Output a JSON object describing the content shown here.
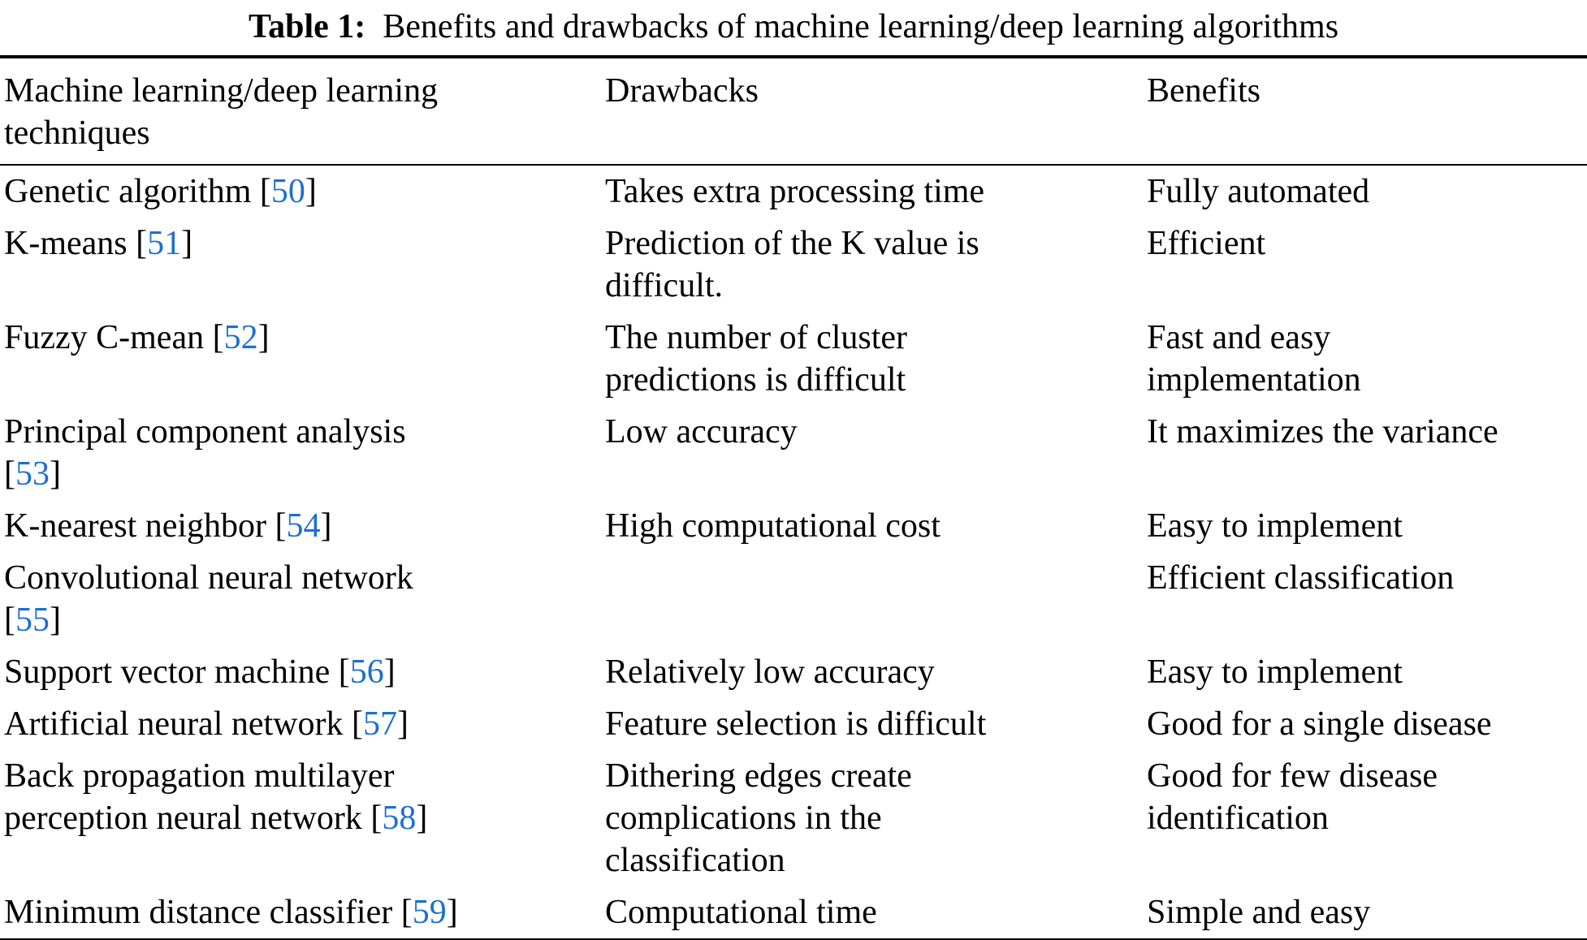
{
  "caption": {
    "label": "Table 1:",
    "text": "Benefits and drawbacks of machine learning/deep learning algorithms"
  },
  "header": {
    "technique": "Machine learning/deep learning\ntechniques",
    "drawbacks": "Drawbacks",
    "benefits": "Benefits"
  },
  "colors": {
    "citation_blue": "#1E6FD0",
    "text": "#000000",
    "background": "#FFFFFF"
  },
  "rows": [
    {
      "technique": [
        {
          "t": "Genetic algorithm ["
        },
        {
          "t": "50",
          "ref": true
        },
        {
          "t": "]"
        }
      ],
      "drawback": "Takes extra processing time",
      "benefit": "Fully automated"
    },
    {
      "technique": [
        {
          "t": "K-means ["
        },
        {
          "t": "51",
          "ref": true
        },
        {
          "t": "]"
        }
      ],
      "drawback": "Prediction of the K value is\ndifficult.",
      "benefit": "Efficient"
    },
    {
      "technique": [
        {
          "t": "Fuzzy C-mean ["
        },
        {
          "t": "52",
          "ref": true
        },
        {
          "t": "]"
        }
      ],
      "drawback": "The number of cluster\npredictions is difficult",
      "benefit": "Fast and easy\nimplementation"
    },
    {
      "technique": [
        {
          "t": "Principal component analysis\n["
        },
        {
          "t": "53",
          "ref": true
        },
        {
          "t": "]"
        }
      ],
      "drawback": "Low accuracy",
      "benefit": "It maximizes the variance"
    },
    {
      "technique": [
        {
          "t": "K-nearest neighbor ["
        },
        {
          "t": "54",
          "ref": true
        },
        {
          "t": "]"
        }
      ],
      "drawback": "High computational cost",
      "benefit": "Easy to implement"
    },
    {
      "technique": [
        {
          "t": "Convolutional neural network\n["
        },
        {
          "t": "55",
          "ref": true
        },
        {
          "t": "]"
        }
      ],
      "drawback": "",
      "benefit": "Efficient classification"
    },
    {
      "technique": [
        {
          "t": "Support vector machine ["
        },
        {
          "t": "56",
          "ref": true
        },
        {
          "t": "]"
        }
      ],
      "drawback": "Relatively low accuracy",
      "benefit": "Easy to implement"
    },
    {
      "technique": [
        {
          "t": "Artificial neural network ["
        },
        {
          "t": "57",
          "ref": true
        },
        {
          "t": "]"
        }
      ],
      "drawback": "Feature selection is difficult",
      "benefit": "Good for a single disease"
    },
    {
      "technique": [
        {
          "t": "Back propagation multilayer\nperception neural network ["
        },
        {
          "t": "58",
          "ref": true
        },
        {
          "t": "]"
        }
      ],
      "drawback": "Dithering edges create\ncomplications in the\nclassification",
      "benefit": "Good for few disease\nidentification"
    },
    {
      "technique": [
        {
          "t": "Minimum distance classifier ["
        },
        {
          "t": "59",
          "ref": true
        },
        {
          "t": "]"
        }
      ],
      "drawback": "Computational time",
      "benefit": "Simple and easy"
    }
  ]
}
